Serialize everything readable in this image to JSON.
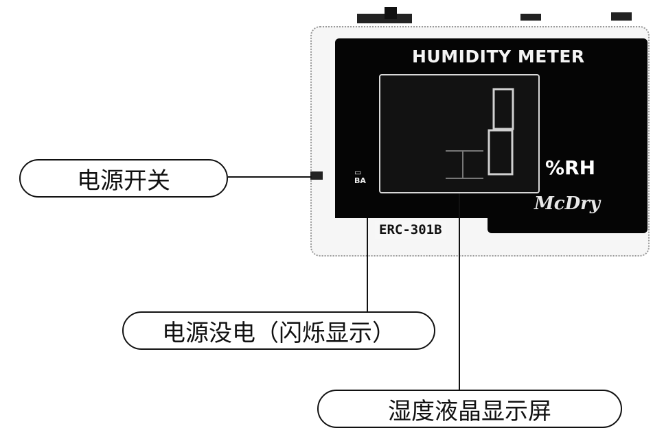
{
  "device": {
    "title": "HUMIDITY METER",
    "unit": "%RH",
    "battery_indicator": "BA",
    "brand": "McDry",
    "model": "ERC-301B"
  },
  "callouts": {
    "power_switch": "电源开关",
    "low_battery": "电源没电（闪烁显示）",
    "lcd_display": "湿度液晶显示屏"
  }
}
